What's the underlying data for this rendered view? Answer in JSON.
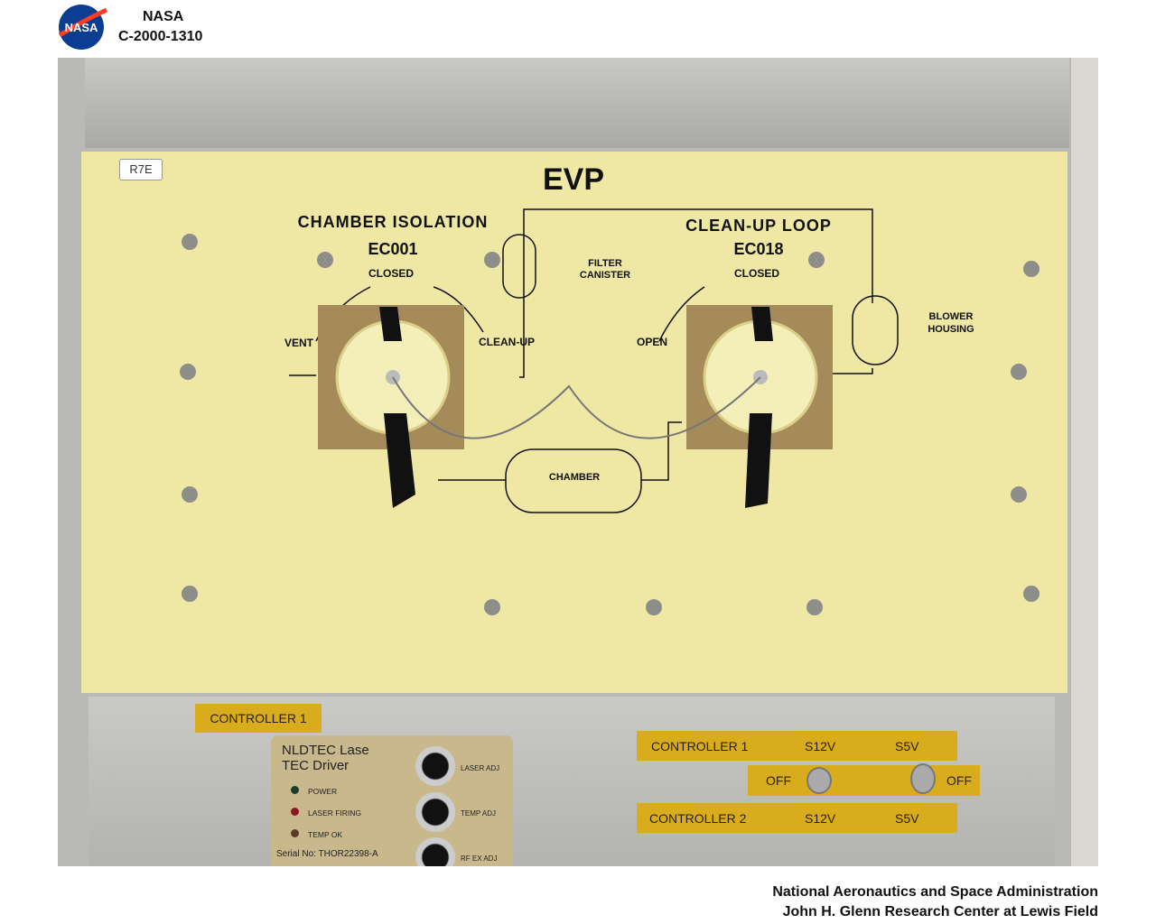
{
  "header": {
    "agency": "NASA",
    "photo_id": "C-2000-1310",
    "logo": "nasa-meatball-logo"
  },
  "footer": {
    "line1": "National Aeronautics and Space Administration",
    "line2": "John H. Glenn Research Center at Lewis Field"
  },
  "panel": {
    "rack_tag": "R7E",
    "title": "EVP",
    "left": {
      "title": "CHAMBER ISOLATION",
      "code": "EC001",
      "closed": "CLOSED",
      "vent": "VENT",
      "cleanup": "CLEAN-UP"
    },
    "right": {
      "title": "CLEAN-UP LOOP",
      "code": "EC018",
      "closed": "CLOSED",
      "open": "OPEN"
    },
    "filter": [
      "FILTER",
      "CANISTER"
    ],
    "blower": [
      "BLOWER",
      "HOUSING"
    ],
    "chamber": "CHAMBER",
    "colors": {
      "panel": "#efe7a4",
      "label": "#d9ac1e",
      "frame": "#b9bab8"
    }
  },
  "lower": {
    "controller1_tag": "CONTROLLER 1",
    "driver": {
      "title1": "NLDTEC Lase",
      "title2": "TEC Driver",
      "leds": [
        "POWER",
        "LASER FIRING",
        "TEMP OK"
      ],
      "knobs": [
        "LASER ADJ",
        "TEMP ADJ",
        "RF EX ADJ"
      ],
      "serial": "Serial No: THOR22398-A"
    },
    "switches": {
      "row1": [
        "CONTROLLER 1",
        "S12V",
        "S5V"
      ],
      "off_left": "OFF",
      "off_right": "OFF",
      "row2": [
        "CONTROLLER 2",
        "S12V",
        "S5V"
      ]
    }
  }
}
